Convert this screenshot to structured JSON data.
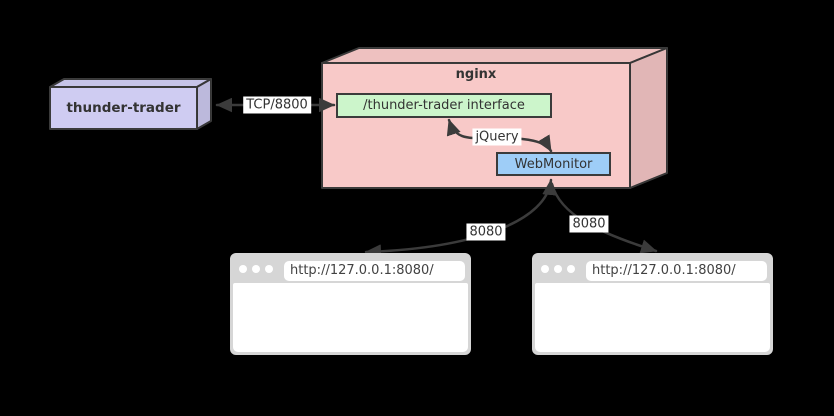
{
  "nodes": {
    "thunder_trader": {
      "label": "thunder-trader",
      "fill": "#cfccf2"
    },
    "nginx": {
      "label": "nginx",
      "fill": "#f8c9c8"
    },
    "interface": {
      "label": "/thunder-trader interface",
      "fill": "#ccf5cb"
    },
    "webmonitor": {
      "label": "WebMonitor",
      "fill": "#9ecdf7"
    }
  },
  "edges": {
    "tcp": {
      "label": "TCP/8800"
    },
    "jquery": {
      "label": "jQuery"
    },
    "port_left": {
      "label": "8080"
    },
    "port_right": {
      "label": "8080"
    }
  },
  "browsers": [
    {
      "url": "http://127.0.0.1:8080/"
    },
    {
      "url": "http://127.0.0.1:8080/"
    }
  ],
  "colors": {
    "background": "#000000",
    "stroke": "#3b3b3b",
    "text": "#333333",
    "edge_label_bg": "#ffffff",
    "browser_chrome": "#d6d6d6",
    "browser_body": "#ffffff"
  }
}
